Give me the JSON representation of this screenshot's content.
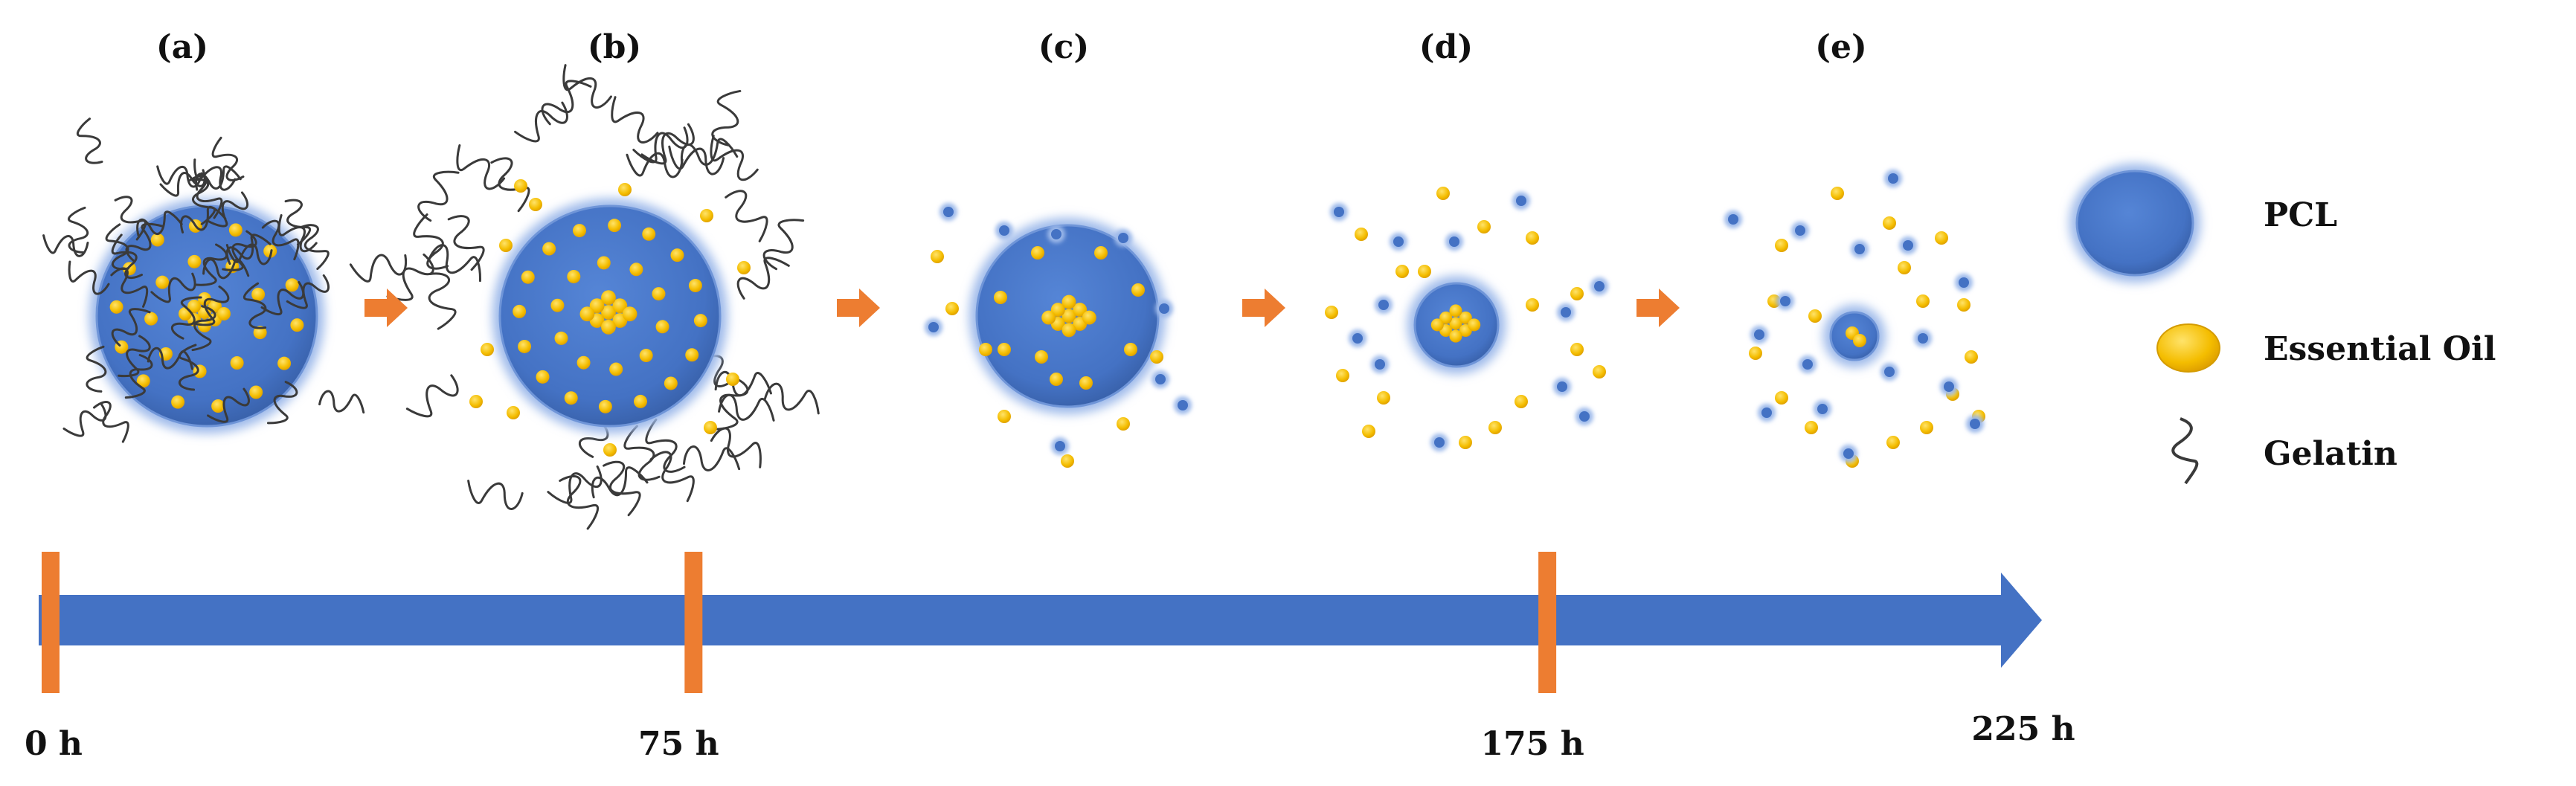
{
  "stages": [
    {
      "label": "(a)"
    },
    {
      "label": "(b)"
    },
    {
      "label": "(c)"
    },
    {
      "label": "(d)"
    },
    {
      "label": "(e)"
    }
  ],
  "legend": [
    {
      "label": "PCL",
      "icon": "pcl-sphere-icon"
    },
    {
      "label": "Essential Oil",
      "icon": "oil-droplet-icon"
    },
    {
      "label": "Gelatin",
      "icon": "gelatin-strand-icon"
    }
  ],
  "timeline": {
    "ticks": [
      {
        "label": "0 h",
        "value": 0
      },
      {
        "label": "75 h",
        "value": 75
      },
      {
        "label": "175 h",
        "value": 175
      }
    ],
    "end_label": "225 h",
    "end_value": 225
  },
  "colors": {
    "pcl": "#4472C4",
    "pcl_glow": "#9DB9EA",
    "oil": "#F2B800",
    "gelatin": "#3a3a3a",
    "arrow": "#ED7D31",
    "timeline": "#4472C4",
    "tick": "#ED7D31"
  }
}
